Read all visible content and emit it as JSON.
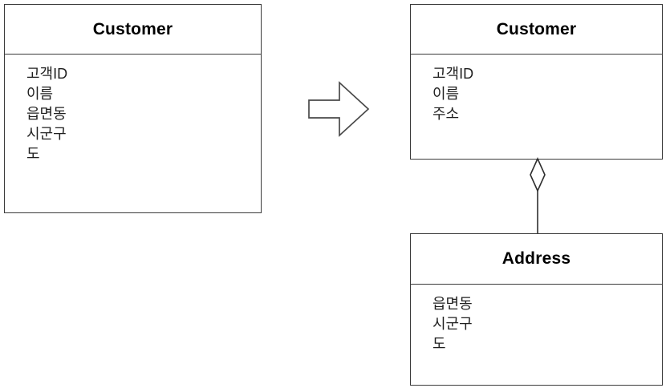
{
  "diagram": {
    "type": "uml-class-diagram",
    "background_color": "#ffffff",
    "line_color": "#3a3a3a",
    "text_color": "#202020"
  },
  "before": {
    "customer_class": {
      "title": "Customer",
      "attributes": [
        "고객ID",
        "이름",
        "읍면동",
        "시군구",
        "도"
      ]
    }
  },
  "transform": {
    "arrow_icon": "right-block-arrow",
    "direction": "right"
  },
  "after": {
    "customer_class": {
      "title": "Customer",
      "attributes": [
        "고객ID",
        "이름",
        "주소"
      ]
    },
    "address_class": {
      "title": "Address",
      "attributes": [
        "읍면동",
        "시군구",
        "도"
      ]
    },
    "relationship": {
      "kind": "aggregation",
      "marker": "hollow-diamond",
      "from": "Customer",
      "to": "Address"
    }
  }
}
